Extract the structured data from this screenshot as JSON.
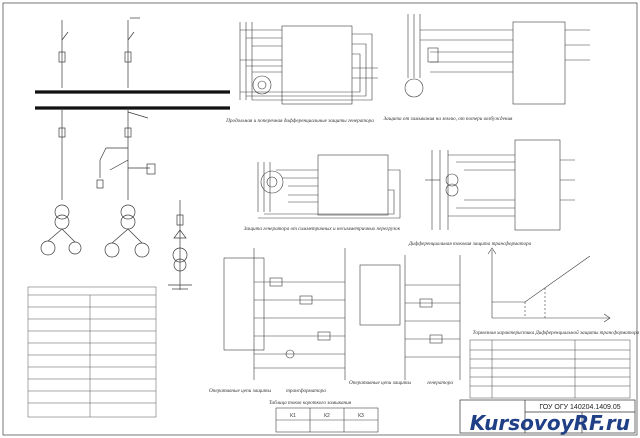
{
  "sheet": {
    "stamp_code": "ГОУ ОГУ 140204.1409.05"
  },
  "captions": {
    "diff_generator": "Продольная и поперечная дифференциальные защиты генератора",
    "field_loss": "Защита от замыкания на землю, от потери возбуждения",
    "gen_current": "Защита генератора от симметричных и несимметричных перегрузок",
    "trafo_diff": "Дифференциальная токовая защита трансформатора",
    "ops_protect_1": "Оперативные цепи защиты",
    "ops_trafo": "трансформатора",
    "ops_protect_2": "Оперативные цепи защиты",
    "ops_gen": "генератора",
    "k_table_title": "Таблица токов короткого замыкания",
    "time_char": "Тормозная характеристика Дифференциальной защиты трансформатора"
  },
  "k_table": {
    "headers": [
      "К1",
      "К2",
      "К3"
    ]
  },
  "watermark": {
    "text": "KursovoyRF.ru"
  },
  "colors": {
    "line": "#3a3a3a",
    "accent": "#1f3f86"
  }
}
